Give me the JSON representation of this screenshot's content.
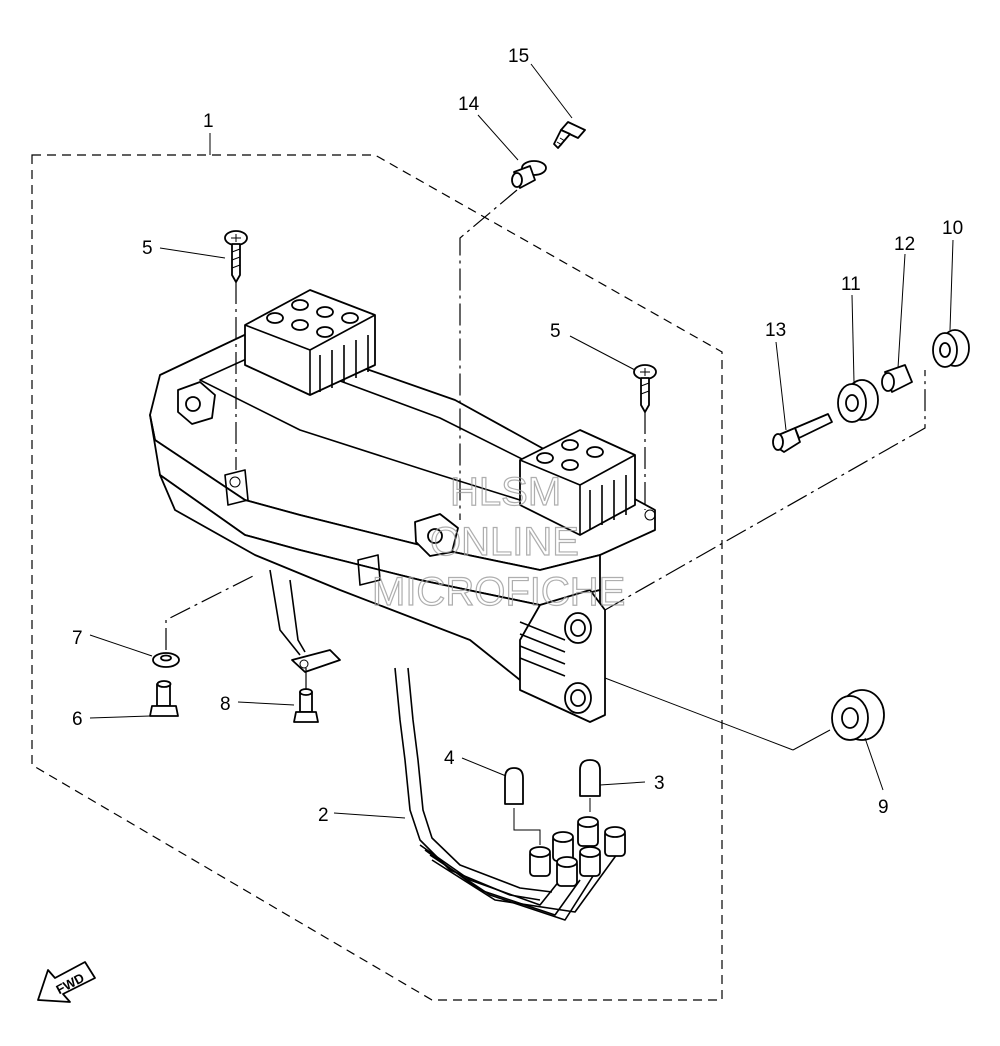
{
  "callouts": [
    {
      "id": "c1",
      "label": "1"
    },
    {
      "id": "c2",
      "label": "2"
    },
    {
      "id": "c3",
      "label": "3"
    },
    {
      "id": "c4",
      "label": "4"
    },
    {
      "id": "c5a",
      "label": "5"
    },
    {
      "id": "c5b",
      "label": "5"
    },
    {
      "id": "c6",
      "label": "6"
    },
    {
      "id": "c7",
      "label": "7"
    },
    {
      "id": "c8",
      "label": "8"
    },
    {
      "id": "c9",
      "label": "9"
    },
    {
      "id": "c10",
      "label": "10"
    },
    {
      "id": "c11",
      "label": "11"
    },
    {
      "id": "c12",
      "label": "12"
    },
    {
      "id": "c13",
      "label": "13"
    },
    {
      "id": "c14",
      "label": "14"
    },
    {
      "id": "c15",
      "label": "15"
    }
  ],
  "watermark": {
    "line1": "HLSM",
    "line2": "ONLINE",
    "line3": "MICROFICHE"
  },
  "fwd_label": "FWD"
}
